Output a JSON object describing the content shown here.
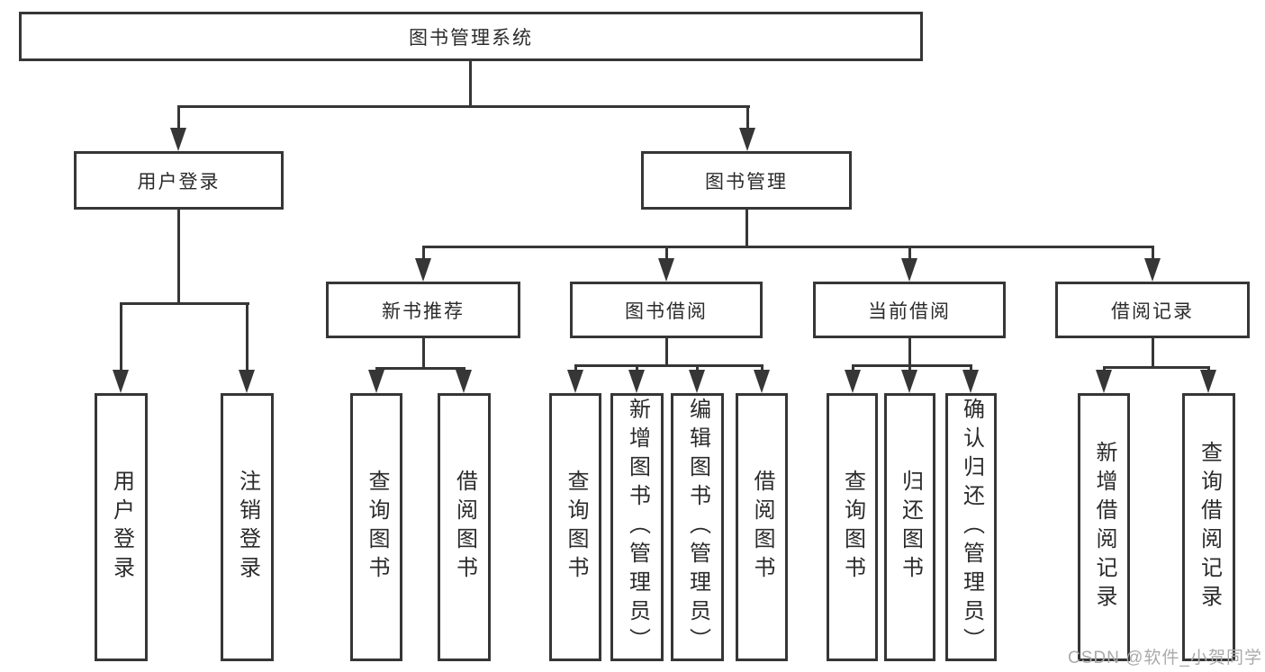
{
  "diagram": {
    "root": {
      "label": "图书管理系统"
    },
    "level2": [
      {
        "label": "用户登录"
      },
      {
        "label": "图书管理"
      }
    ],
    "level3": [
      {
        "parent": "图书管理",
        "label": "新书推荐"
      },
      {
        "parent": "图书管理",
        "label": "图书借阅"
      },
      {
        "parent": "图书管理",
        "label": "当前借阅"
      },
      {
        "parent": "图书管理",
        "label": "借阅记录"
      }
    ],
    "leaves": [
      {
        "parent": "用户登录",
        "label": "用户登录"
      },
      {
        "parent": "用户登录",
        "label": "注销登录"
      },
      {
        "parent": "新书推荐",
        "label": "查询图书"
      },
      {
        "parent": "新书推荐",
        "label": "借阅图书"
      },
      {
        "parent": "图书借阅",
        "label": "查询图书"
      },
      {
        "parent": "图书借阅",
        "label": "新增图书（管理员）"
      },
      {
        "parent": "图书借阅",
        "label": "编辑图书（管理员）"
      },
      {
        "parent": "图书借阅",
        "label": "借阅图书"
      },
      {
        "parent": "当前借阅",
        "label": "查询图书"
      },
      {
        "parent": "当前借阅",
        "label": "归还图书"
      },
      {
        "parent": "当前借阅",
        "label": "确认归还（管理员）"
      },
      {
        "parent": "借阅记录",
        "label": "新增借阅记录"
      },
      {
        "parent": "借阅记录",
        "label": "查询借阅记录"
      }
    ],
    "watermark": "CSDN @软件_小贺同学",
    "colors": {
      "line": "#363636",
      "text": "#2b2b2b",
      "watermark": "#aaaaaa",
      "background": "#ffffff"
    }
  }
}
